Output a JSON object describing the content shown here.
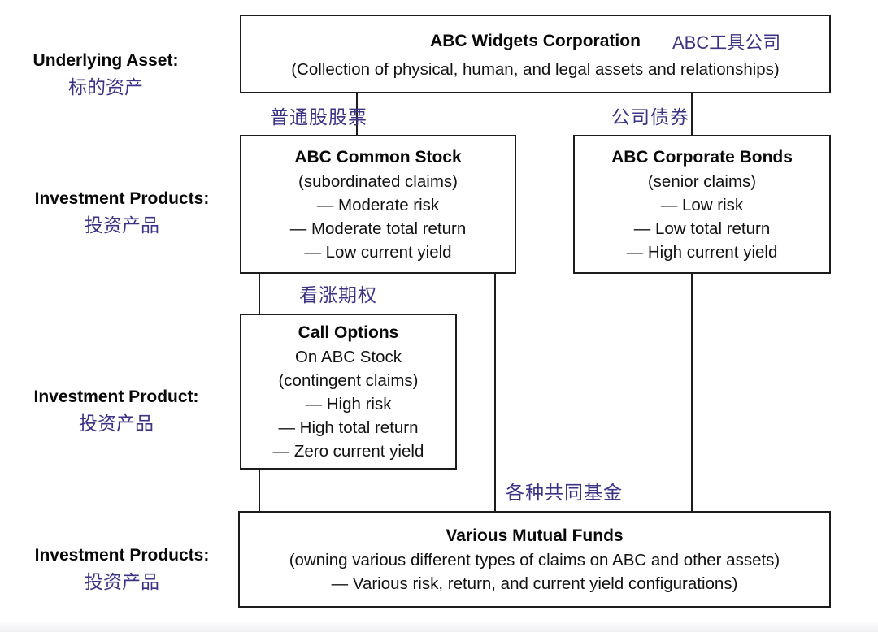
{
  "colors": {
    "accent_purple": "#3b3384",
    "text_black": "#111111",
    "line_black": "#1c1c1c",
    "background": "#ffffff"
  },
  "side_labels": [
    {
      "en": "Underlying Asset:",
      "zh": "标的资产"
    },
    {
      "en": "Investment Products:",
      "zh": "投资产品"
    },
    {
      "en": "Investment Product:",
      "zh": "投资产品"
    },
    {
      "en": "Investment Products:",
      "zh": "投资产品"
    }
  ],
  "boxes": {
    "corporation": {
      "title": "ABC Widgets Corporation",
      "title_zh": "ABC工具公司",
      "subtitle": "(Collection of physical, human, and legal assets and relationships)"
    },
    "common_stock": {
      "title": "ABC Common Stock",
      "lines": [
        "(subordinated claims)",
        "— Moderate risk",
        "— Moderate total return",
        "— Low current yield"
      ]
    },
    "corporate_bonds": {
      "title": "ABC Corporate Bonds",
      "lines": [
        "(senior claims)",
        "— Low risk",
        "— Low total return",
        "— High current yield"
      ]
    },
    "call_options": {
      "title": "Call Options",
      "lines": [
        "On ABC Stock",
        "(contingent claims)",
        "— High risk",
        "— High total return",
        "— Zero current yield"
      ]
    },
    "mutual_funds": {
      "title": "Various Mutual Funds",
      "lines": [
        "(owning various different types of claims on ABC and other assets)",
        "— Various risk, return, and current yield configurations)"
      ]
    }
  },
  "connector_labels": {
    "common_stock": "普通股股票",
    "corporate_bonds": "公司债券",
    "call_options": "看涨期权",
    "mutual_funds": "各种共同基金"
  }
}
